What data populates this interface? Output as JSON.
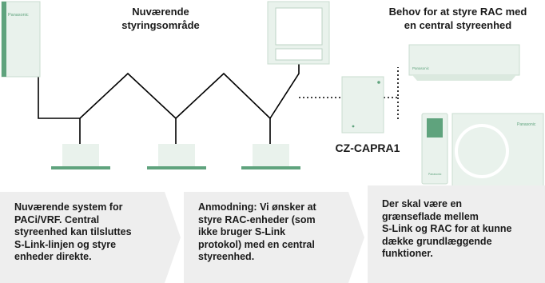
{
  "labels": {
    "current_area": [
      "Nuværende",
      "styringsområde"
    ],
    "rac_need": [
      "Behov for at styre RAC med",
      "en central styreenhed"
    ],
    "adapter_model": "CZ-CAPRA1"
  },
  "brand": "Panasonic",
  "boxes": [
    {
      "lines": [
        "Nuværende system for",
        "PACi/VRF. Central",
        "styreenhed kan tilsluttes",
        "S-Link-linjen og styre",
        "enheder direkte."
      ]
    },
    {
      "lines": [
        "Anmodning: Vi ønsker at",
        "styre RAC-enheder (som",
        "ikke bruger S-Link",
        "protokol) med en central",
        "styreenhed."
      ]
    },
    {
      "lines": [
        "Der skal være en",
        "grænseflade mellem",
        "S-Link og RAC for at kunne",
        "dække grundlæggende",
        "funktioner."
      ]
    }
  ],
  "colors": {
    "unit": "#e9f2ec",
    "unit_edge": "#c9dccf",
    "accent": "#5fa37d",
    "box": "#eeeeee",
    "line": "#000000"
  }
}
